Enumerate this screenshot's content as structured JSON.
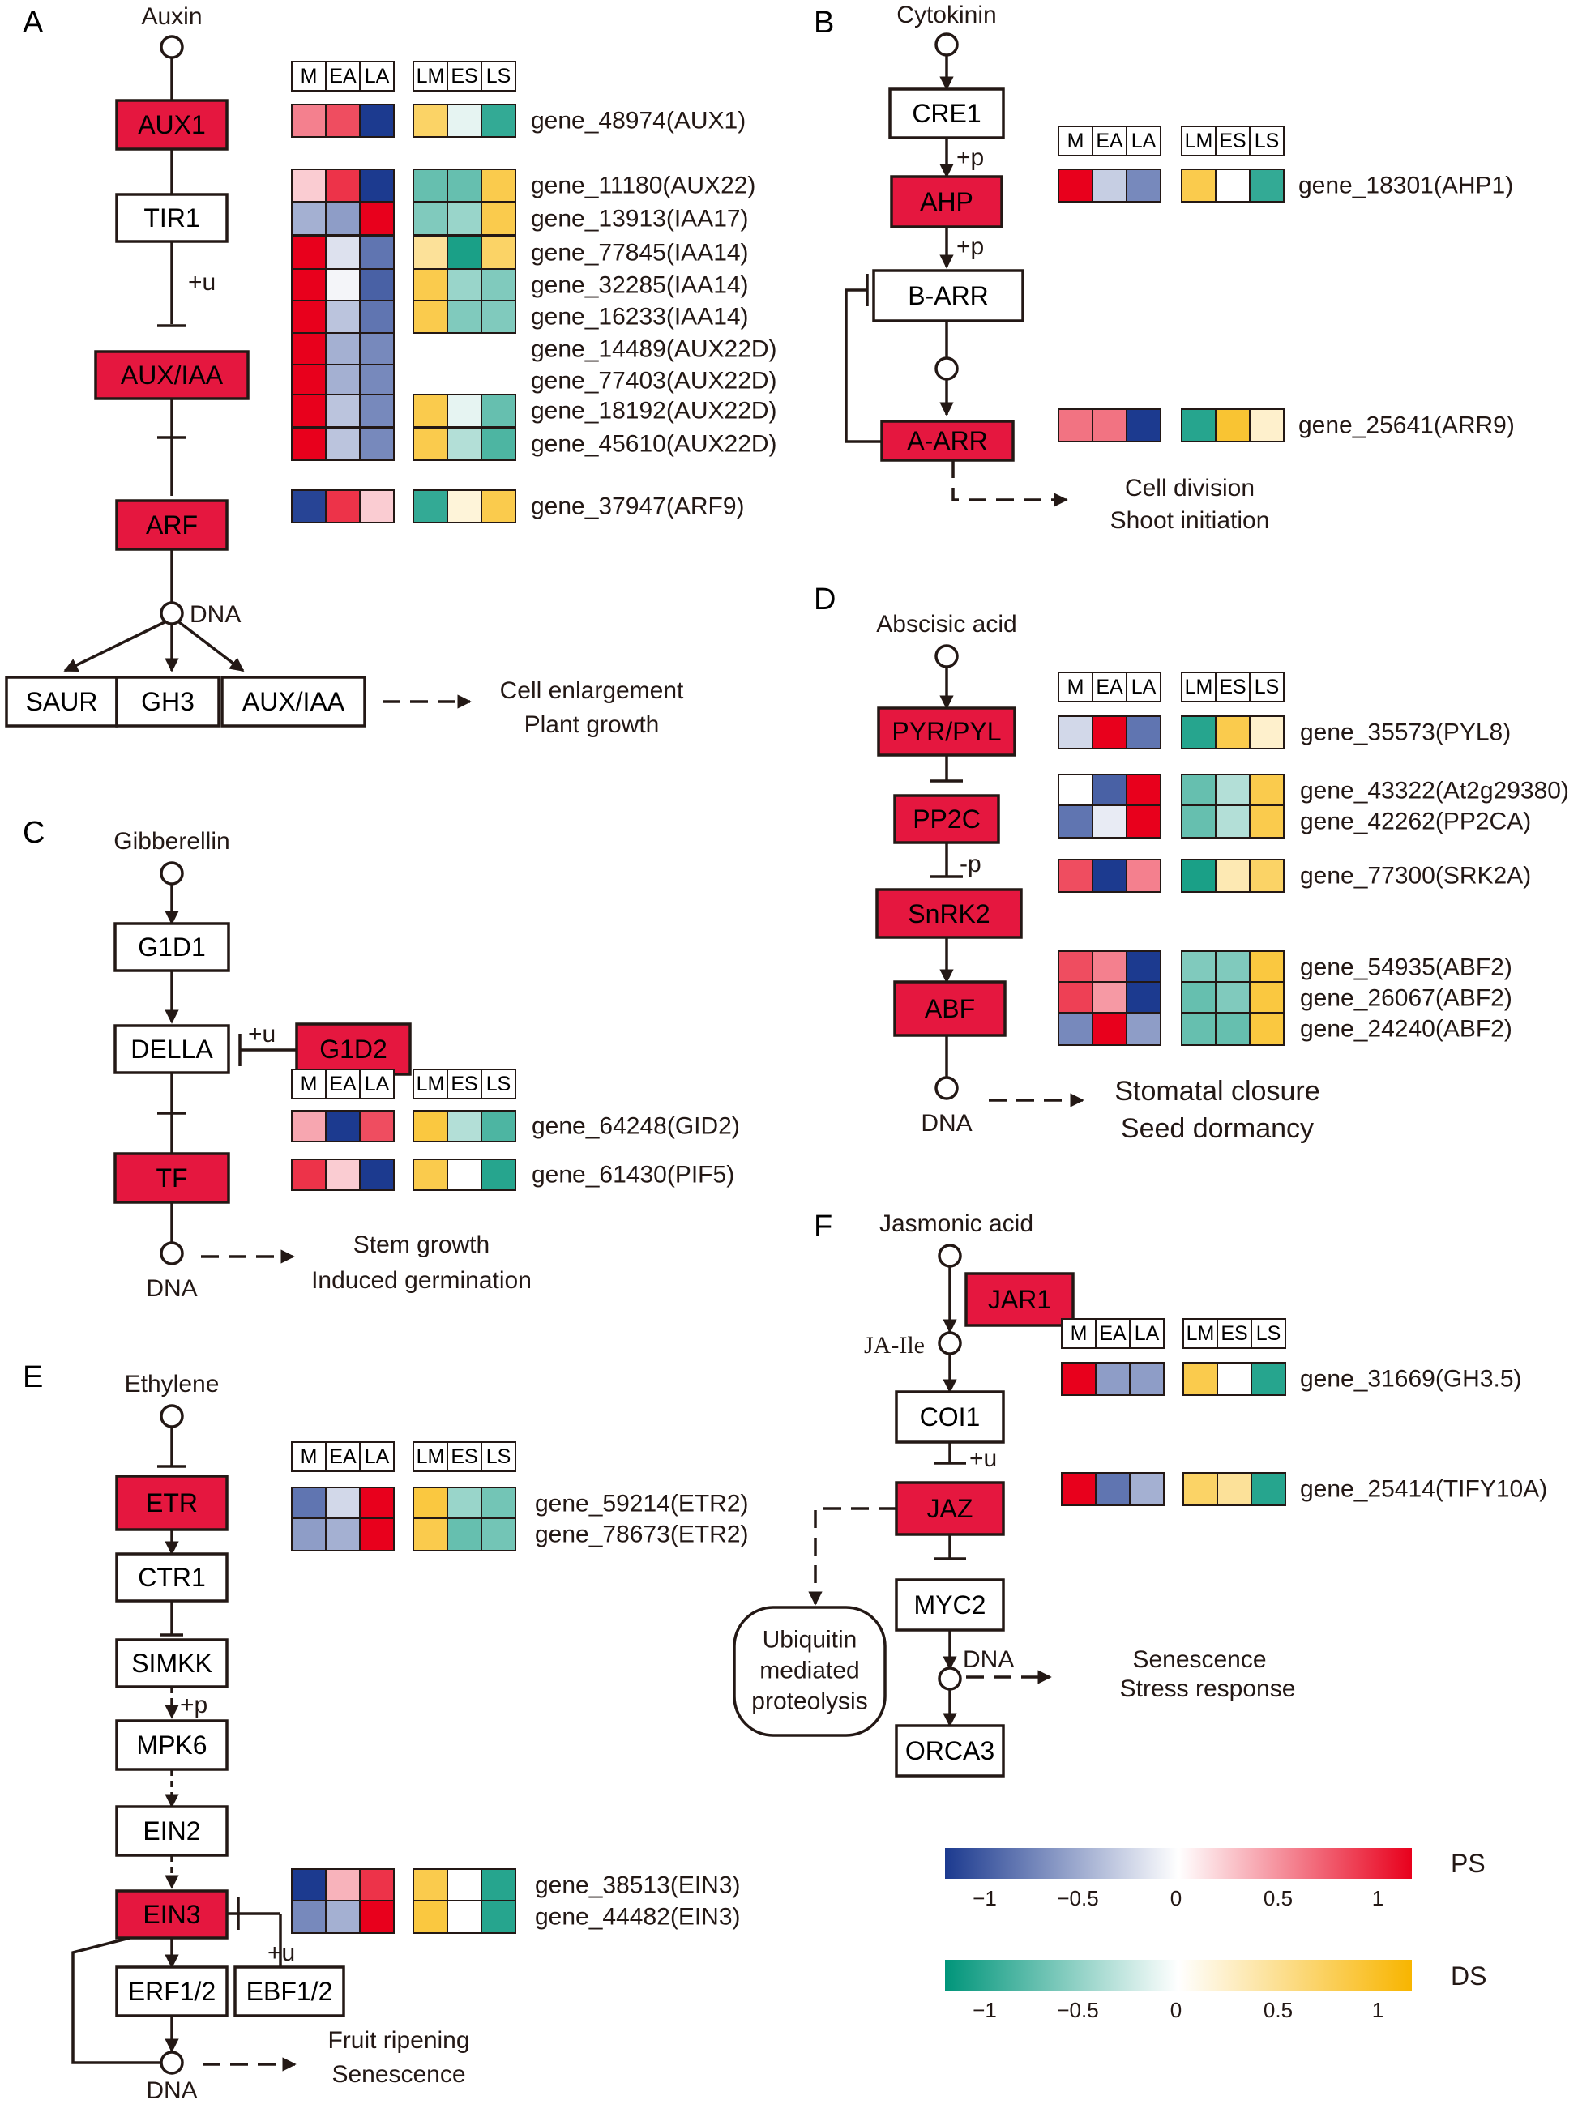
{
  "header_labels": {
    "ps": [
      "M",
      "EA",
      "LA"
    ],
    "ds": [
      "LM",
      "ES",
      "LS"
    ]
  },
  "palette": {
    "enriched": "#e5173f",
    "plain": "#ffffff",
    "ps_negative": "#1c3a8f",
    "ps_positive": "#e8001c",
    "ds_negative": "#00957a",
    "ds_positive": "#f8b500"
  },
  "panels": [
    {
      "id": "A",
      "letter": "A",
      "hormone": "Auxin",
      "nodes": [
        {
          "id": "AUX1",
          "label": "AUX1",
          "enriched": true
        },
        {
          "id": "TIR1",
          "label": "TIR1",
          "enriched": false
        },
        {
          "id": "AUXIAA",
          "label": "AUX/IAA",
          "enriched": true
        },
        {
          "id": "ARF",
          "label": "ARF",
          "enriched": true
        },
        {
          "id": "SAUR",
          "label": "SAUR",
          "enriched": false
        },
        {
          "id": "GH3",
          "label": "GH3",
          "enriched": false
        },
        {
          "id": "AUXIAA2",
          "label": "AUX/IAA",
          "enriched": false
        }
      ],
      "annotations": {
        "u": "+u",
        "dna": "DNA"
      },
      "outcome": [
        "Cell enlargement",
        "Plant growth"
      ],
      "genes": [
        {
          "name": "gene_48974(AUX1)",
          "ps": [
            0.5,
            0.7,
            -1
          ],
          "ds": [
            0.6,
            -0.1,
            -0.8
          ]
        },
        {
          "name": "gene_11180(AUX22)",
          "ps": [
            0.2,
            0.8,
            -1
          ],
          "ds": [
            -0.6,
            -0.6,
            0.7
          ]
        },
        {
          "name": "gene_13913(IAA17)",
          "ps": [
            -0.4,
            -0.5,
            1
          ],
          "ds": [
            -0.5,
            -0.4,
            0.7
          ]
        },
        {
          "name": "gene_77845(IAA14)",
          "ps": [
            1,
            -0.15,
            -0.7
          ],
          "ds": [
            0.4,
            -0.9,
            0.6
          ]
        },
        {
          "name": "gene_32285(IAA14)",
          "ps": [
            1,
            -0.05,
            -0.8
          ],
          "ds": [
            0.7,
            -0.4,
            -0.5
          ]
        },
        {
          "name": "gene_16233(IAA14)",
          "ps": [
            1,
            -0.3,
            -0.7
          ],
          "ds": [
            0.7,
            -0.5,
            -0.5
          ]
        },
        {
          "name": "gene_14489(AUX22D)",
          "ps": [
            1,
            -0.4,
            -0.6
          ],
          "ds": null
        },
        {
          "name": "gene_77403(AUX22D)",
          "ps": [
            1,
            -0.4,
            -0.6
          ],
          "ds": null
        },
        {
          "name": "gene_18192(AUX22D)",
          "ps": [
            1,
            -0.3,
            -0.6
          ],
          "ds": [
            0.7,
            -0.1,
            -0.6
          ]
        },
        {
          "name": "gene_45610(AUX22D)",
          "ps": [
            1,
            -0.3,
            -0.6
          ],
          "ds": [
            0.7,
            -0.3,
            -0.7
          ]
        },
        {
          "name": "gene_37947(ARF9)",
          "ps": [
            -0.95,
            0.8,
            0.2
          ],
          "ds": [
            -0.8,
            0.15,
            0.7
          ]
        }
      ]
    },
    {
      "id": "B",
      "letter": "B",
      "hormone": "Cytokinin",
      "nodes": [
        {
          "id": "CRE1",
          "label": "CRE1",
          "enriched": false
        },
        {
          "id": "AHP",
          "label": "AHP",
          "enriched": true
        },
        {
          "id": "BARR",
          "label": "B-ARR",
          "enriched": false
        },
        {
          "id": "AARR",
          "label": "A-ARR",
          "enriched": true
        }
      ],
      "annotations": {
        "p1": "+p",
        "p2": "+p"
      },
      "outcome": [
        "Cell division",
        "Shoot initiation"
      ],
      "genes": [
        {
          "name": "gene_18301(AHP1)",
          "ps": [
            1,
            -0.25,
            -0.6
          ],
          "ds": [
            0.7,
            0,
            -0.8
          ]
        },
        {
          "name": "gene_25641(ARR9)",
          "ps": [
            0.55,
            0.55,
            -1
          ],
          "ds": [
            -0.85,
            0.8,
            0.2
          ]
        }
      ]
    },
    {
      "id": "C",
      "letter": "C",
      "hormone": "Gibberellin",
      "nodes": [
        {
          "id": "G1D1",
          "label": "G1D1",
          "enriched": false
        },
        {
          "id": "DELLA",
          "label": "DELLA",
          "enriched": false
        },
        {
          "id": "G1D2",
          "label": "G1D2",
          "enriched": true
        },
        {
          "id": "TF",
          "label": "TF",
          "enriched": true
        }
      ],
      "annotations": {
        "u": "+u",
        "dna": "DNA"
      },
      "outcome": [
        "Stem growth",
        "Induced germination"
      ],
      "genes": [
        {
          "name": "gene_64248(GID2)",
          "ps": [
            0.35,
            -1,
            0.7
          ],
          "ds": [
            0.75,
            -0.3,
            -0.7
          ]
        },
        {
          "name": "gene_61430(PIF5)",
          "ps": [
            0.8,
            0.2,
            -1
          ],
          "ds": [
            0.7,
            0,
            -0.85
          ]
        }
      ]
    },
    {
      "id": "D",
      "letter": "D",
      "hormone": "Abscisic acid",
      "nodes": [
        {
          "id": "PYR",
          "label": "PYR/PYL",
          "enriched": true
        },
        {
          "id": "PP2C",
          "label": "PP2C",
          "enriched": true
        },
        {
          "id": "SnRK2",
          "label": "SnRK2",
          "enriched": true
        },
        {
          "id": "ABF",
          "label": "ABF",
          "enriched": true
        }
      ],
      "annotations": {
        "p": "-p",
        "dna": "DNA"
      },
      "outcome": [
        "Stomatal closure",
        "Seed dormancy"
      ],
      "genes": [
        {
          "name": "gene_35573(PYL8)",
          "ps": [
            -0.2,
            1,
            -0.7
          ],
          "ds": [
            -0.85,
            0.7,
            0.2
          ]
        },
        {
          "name": "gene_43322(At2g29380)",
          "ps": [
            0,
            -0.8,
            1
          ],
          "ds": [
            -0.6,
            -0.3,
            0.7
          ]
        },
        {
          "name": "gene_42262(PP2CA)",
          "ps": [
            -0.7,
            -0.1,
            1
          ],
          "ds": [
            -0.6,
            -0.3,
            0.7
          ]
        },
        {
          "name": "gene_77300(SRK2A)",
          "ps": [
            0.7,
            -1,
            0.5
          ],
          "ds": [
            -0.9,
            0.3,
            0.6
          ]
        },
        {
          "name": "gene_54935(ABF2)",
          "ps": [
            0.7,
            0.5,
            -1
          ],
          "ds": [
            -0.5,
            -0.5,
            0.75
          ]
        },
        {
          "name": "gene_26067(ABF2)",
          "ps": [
            0.75,
            0.4,
            -1
          ],
          "ds": [
            -0.6,
            -0.5,
            0.75
          ]
        },
        {
          "name": "gene_24240(ABF2)",
          "ps": [
            -0.6,
            1,
            -0.5
          ],
          "ds": [
            -0.6,
            -0.6,
            0.75
          ]
        }
      ]
    },
    {
      "id": "E",
      "letter": "E",
      "hormone": "Ethylene",
      "nodes": [
        {
          "id": "ETR",
          "label": "ETR",
          "enriched": true
        },
        {
          "id": "CTR1",
          "label": "CTR1",
          "enriched": false
        },
        {
          "id": "SIMKK",
          "label": "SIMKK",
          "enriched": false
        },
        {
          "id": "MPK6",
          "label": "MPK6",
          "enriched": false
        },
        {
          "id": "EIN2",
          "label": "EIN2",
          "enriched": false
        },
        {
          "id": "EIN3",
          "label": "EIN3",
          "enriched": true
        },
        {
          "id": "ERF",
          "label": "ERF1/2",
          "enriched": false
        },
        {
          "id": "EBF",
          "label": "EBF1/2",
          "enriched": false
        }
      ],
      "annotations": {
        "p": "+p",
        "u": "+u",
        "dna": "DNA"
      },
      "outcome": [
        "Fruit ripening",
        "Senescence"
      ],
      "genes": [
        {
          "name": "gene_59214(ETR2)",
          "ps": [
            -0.7,
            -0.2,
            1
          ],
          "ds": [
            0.75,
            -0.4,
            -0.55
          ]
        },
        {
          "name": "gene_78673(ETR2)",
          "ps": [
            -0.5,
            -0.4,
            1
          ],
          "ds": [
            0.7,
            -0.6,
            -0.55
          ]
        },
        {
          "name": "gene_38513(EIN3)",
          "ps": [
            -1,
            0.3,
            0.8
          ],
          "ds": [
            0.7,
            0,
            -0.85
          ]
        },
        {
          "name": "gene_44482(EIN3)",
          "ps": [
            -0.6,
            -0.4,
            1
          ],
          "ds": [
            0.75,
            0,
            -0.85
          ]
        }
      ]
    },
    {
      "id": "F",
      "letter": "F",
      "hormone": "Jasmonic acid",
      "nodes": [
        {
          "id": "JAR1",
          "label": "JAR1",
          "enriched": true
        },
        {
          "id": "COI1",
          "label": "COI1",
          "enriched": false
        },
        {
          "id": "JAZ",
          "label": "JAZ",
          "enriched": true
        },
        {
          "id": "MYC2",
          "label": "MYC2",
          "enriched": false
        },
        {
          "id": "ORCA3",
          "label": "ORCA3",
          "enriched": false
        }
      ],
      "annotations": {
        "jaile": "JA-Ile",
        "u": "+u",
        "dna": "DNA"
      },
      "proteolysis": [
        "Ubiquitin",
        "mediated",
        "proteolysis"
      ],
      "outcome": [
        "Senescence",
        "Stress response"
      ],
      "genes": [
        {
          "name": "gene_31669(GH3.5)",
          "ps": [
            1,
            -0.5,
            -0.5
          ],
          "ds": [
            0.7,
            0,
            -0.85
          ]
        },
        {
          "name": "gene_25414(TIFY10A)",
          "ps": [
            1,
            -0.7,
            -0.4
          ],
          "ds": [
            0.6,
            0.4,
            -0.85
          ]
        }
      ]
    }
  ],
  "legends": [
    {
      "id": "ps",
      "title": "PS",
      "ticks": [
        "−1",
        "−0.5",
        "0",
        "0.5",
        "1"
      ]
    },
    {
      "id": "ds",
      "title": "DS",
      "ticks": [
        "−1",
        "−0.5",
        "0",
        "0.5",
        "1"
      ]
    }
  ]
}
